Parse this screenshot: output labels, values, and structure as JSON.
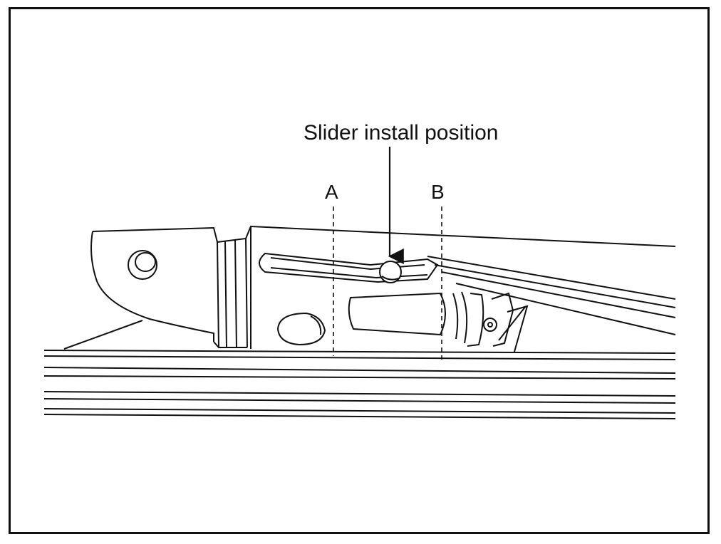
{
  "figure": {
    "callout_text": "Slider install position",
    "label_a": "A",
    "label_b": "B"
  },
  "colors": {
    "line": "#111111",
    "background": "#ffffff"
  }
}
